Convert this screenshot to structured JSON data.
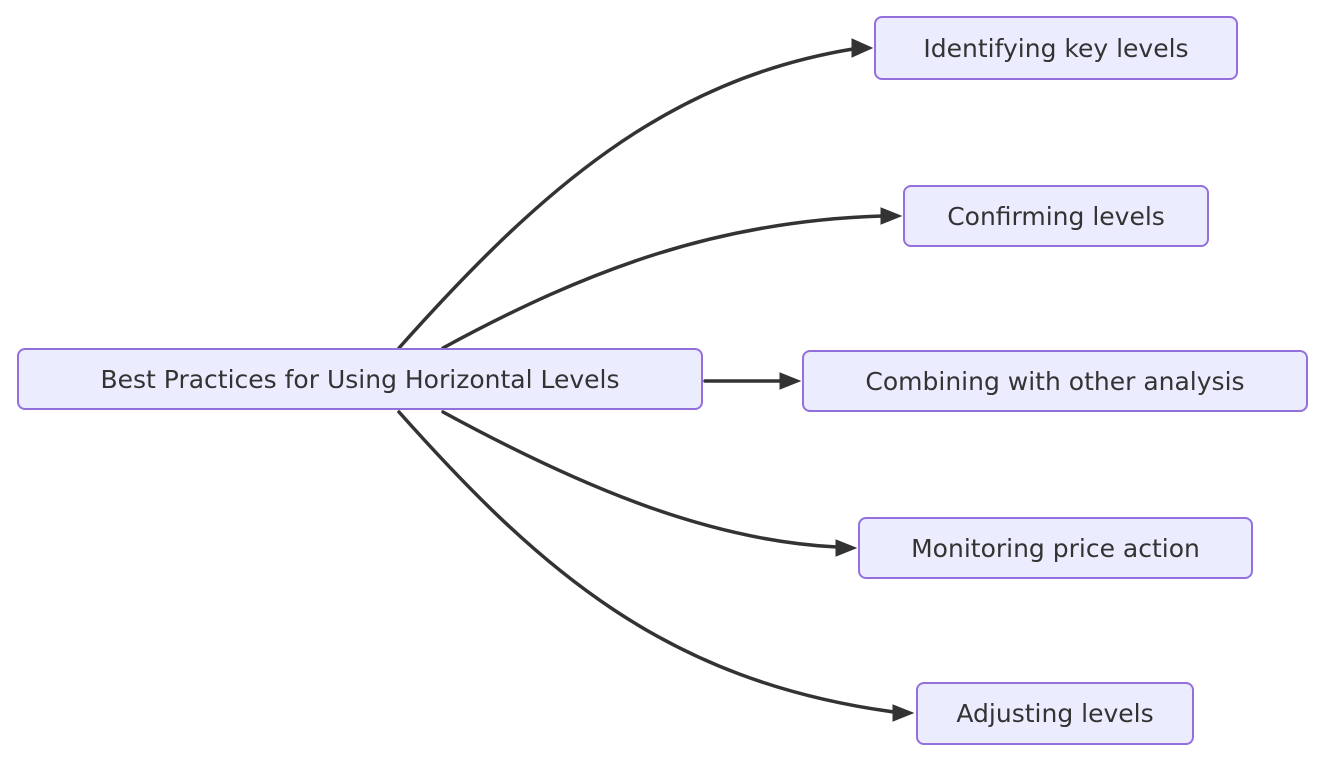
{
  "diagram": {
    "type": "flowchart-LR",
    "root": {
      "label": "Best Practices for Using Horizontal Levels"
    },
    "children": [
      {
        "label": "Identifying key levels"
      },
      {
        "label": "Confirming levels"
      },
      {
        "label": "Combining with other analysis"
      },
      {
        "label": "Monitoring price action"
      },
      {
        "label": "Adjusting levels"
      }
    ],
    "edges": [
      {
        "from": "Best Practices for Using Horizontal Levels",
        "to": "Identifying key levels"
      },
      {
        "from": "Best Practices for Using Horizontal Levels",
        "to": "Confirming levels"
      },
      {
        "from": "Best Practices for Using Horizontal Levels",
        "to": "Combining with other analysis"
      },
      {
        "from": "Best Practices for Using Horizontal Levels",
        "to": "Monitoring price action"
      },
      {
        "from": "Best Practices for Using Horizontal Levels",
        "to": "Adjusting levels"
      }
    ],
    "colors": {
      "node_fill": "#ECECFF",
      "node_border": "#9370DB",
      "node_text": "#333333",
      "edge": "#333333",
      "background": "#FFFFFF"
    }
  }
}
